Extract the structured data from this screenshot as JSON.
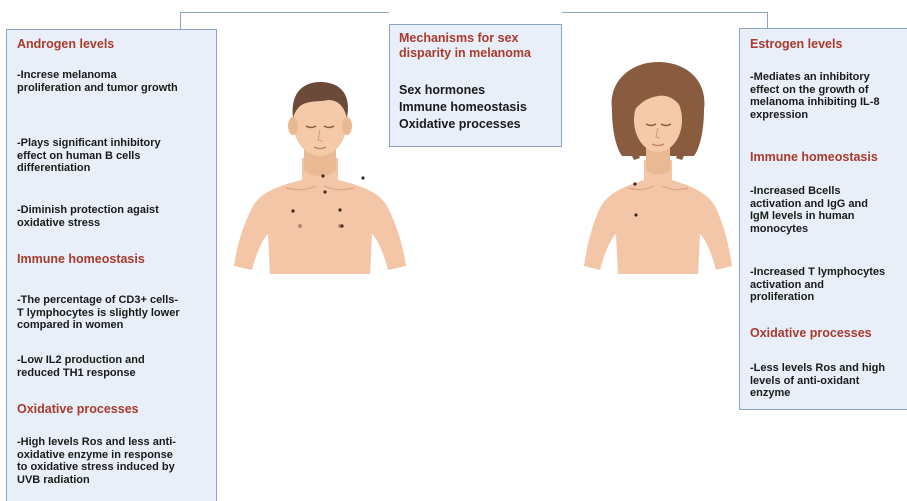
{
  "center": {
    "title": "Mechanisms for sex\ndisparity in melanoma",
    "items": [
      "Sex hormones",
      "Immune homeostasis",
      "Oxidative processes"
    ]
  },
  "left_panel": {
    "section1_heading": "Androgen levels",
    "section1_text1": "-Increse melanoma\nproliferation and tumor growth",
    "section1_text2": "-Plays significant inhibitory\neffect on human B cells\ndifferentiation",
    "section1_text3": "-Diminish protection agaist\noxidative stress",
    "section2_heading": "Immune homeostasis",
    "section2_text1": "-The percentage of CD3+ cells-\nT lymphocytes is slightly lower\ncompared in women",
    "section2_text2": "-Low IL2 production and\nreduced TH1 response",
    "section3_heading": "Oxidative processes",
    "section3_text1": "-High levels Ros and less anti-\noxidative enzyme in response\nto oxidative stress induced by\nUVB radiation"
  },
  "right_panel": {
    "section1_heading": "Estrogen levels",
    "section1_text1": "-Mediates an inhibitory\neffect on the growth of\nmelanoma inhibiting IL-8\nexpression",
    "section2_heading": "Immune homeostasis",
    "section2_text1": "-Increased Bcells\nactivation and IgG and\nIgM levels in human\nmonocytes",
    "section2_text2": "-Increased T lymphocytes\nactivation and\nproliferation",
    "section3_heading": "Oxidative processes",
    "section3_text1": "-Less levels Ros and high\nlevels of anti-oxidant\nenzyme"
  },
  "colors": {
    "panel_fill": "#e8eff9",
    "panel_border": "#8ea3c8",
    "heading": "#a93a2c",
    "skin": "#f2c6a6",
    "hair_male": "#6b4a3a",
    "hair_female": "#8a5c3f"
  }
}
